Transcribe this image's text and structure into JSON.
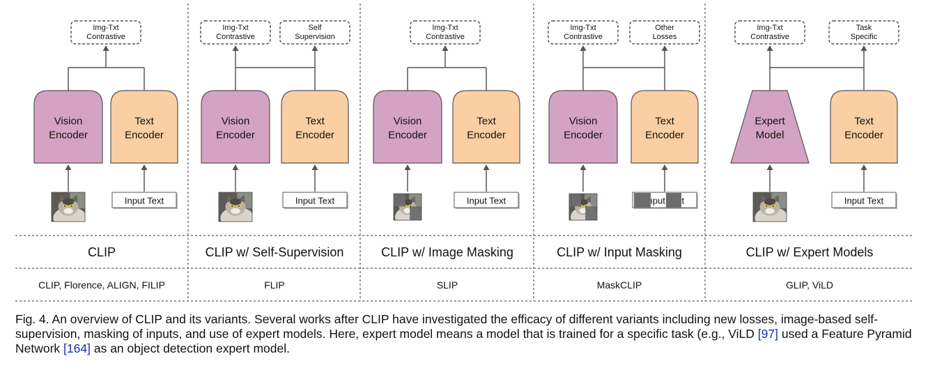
{
  "panels": [
    {
      "losses": [
        [
          "Img-Txt",
          "Contrastive"
        ]
      ],
      "vision_encoder": [
        "Vision",
        "Encoder"
      ],
      "vision_shape": "rounded",
      "text_encoder": [
        "Text",
        "Encoder"
      ],
      "image_masked": false,
      "input_text": "Input Text",
      "text_masked": false,
      "name": "CLIP",
      "methods": "CLIP, Florence, ALIGN, FILIP"
    },
    {
      "losses": [
        [
          "Img-Txt",
          "Contrastive"
        ],
        [
          "Self",
          "Supervision"
        ]
      ],
      "vision_encoder": [
        "Vision",
        "Encoder"
      ],
      "vision_shape": "rounded",
      "text_encoder": [
        "Text",
        "Encoder"
      ],
      "image_masked": false,
      "input_text": "Input Text",
      "text_masked": false,
      "name": "CLIP w/ Self-Supervision",
      "methods": "FLIP"
    },
    {
      "losses": [
        [
          "Img-Txt",
          "Contrastive"
        ]
      ],
      "vision_encoder": [
        "Vision",
        "Encoder"
      ],
      "vision_shape": "rounded",
      "text_encoder": [
        "Text",
        "Encoder"
      ],
      "image_masked": true,
      "input_text": "Input Text",
      "text_masked": false,
      "name": "CLIP w/ Image Masking",
      "methods": "SLIP"
    },
    {
      "losses": [
        [
          "Img-Txt",
          "Contrastive"
        ],
        [
          "Other",
          "Losses"
        ]
      ],
      "vision_encoder": [
        "Vision",
        "Encoder"
      ],
      "vision_shape": "rounded",
      "text_encoder": [
        "Text",
        "Encoder"
      ],
      "image_masked": true,
      "input_text": "Input Text",
      "text_masked": true,
      "name": "CLIP w/ Input Masking",
      "methods": "MaskCLIP"
    },
    {
      "losses": [
        [
          "Img-Txt",
          "Contrastive"
        ],
        [
          "Task",
          "Specific"
        ]
      ],
      "vision_encoder": [
        "Expert",
        "Model"
      ],
      "vision_shape": "trapezoid",
      "text_encoder": [
        "Text",
        "Encoder"
      ],
      "image_masked": false,
      "input_text": "Input Text",
      "text_masked": false,
      "name": "CLIP w/ Expert Models",
      "methods": "GLIP, ViLD"
    }
  ],
  "caption": {
    "part1": "Fig. 4. An overview of CLIP and its variants. Several works after CLIP have investigated the efficacy of different variants including new losses, image-based self-supervision, masking of inputs, and use of expert models. Here, expert model means a model that is trained for a specific task (e.g., ViLD ",
    "ref1": "[97]",
    "part2": " used a Feature Pyramid Network ",
    "ref2": "[164]",
    "part3": " as an object detection expert model."
  },
  "colors": {
    "vision_encoder": "#d4a3c4",
    "text_encoder": "#f9cfa3",
    "line": "#555555",
    "divider": "#777777"
  }
}
